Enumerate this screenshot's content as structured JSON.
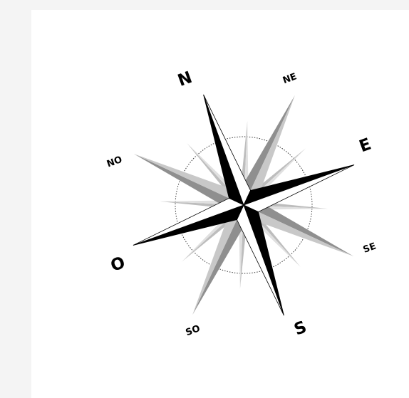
{
  "compass": {
    "labels": {
      "north": "N",
      "north_east": "NE",
      "east": "E",
      "south_east": "SE",
      "south": "S",
      "south_west": "SO",
      "west": "O",
      "north_west": "NO"
    },
    "colors": {
      "primary_star_dark": "#000000",
      "primary_star_light": "#ffffff",
      "secondary_star_dark": "#8c8c8c",
      "secondary_star_light": "#c8c8c8",
      "circle_stroke": "#333333"
    }
  }
}
